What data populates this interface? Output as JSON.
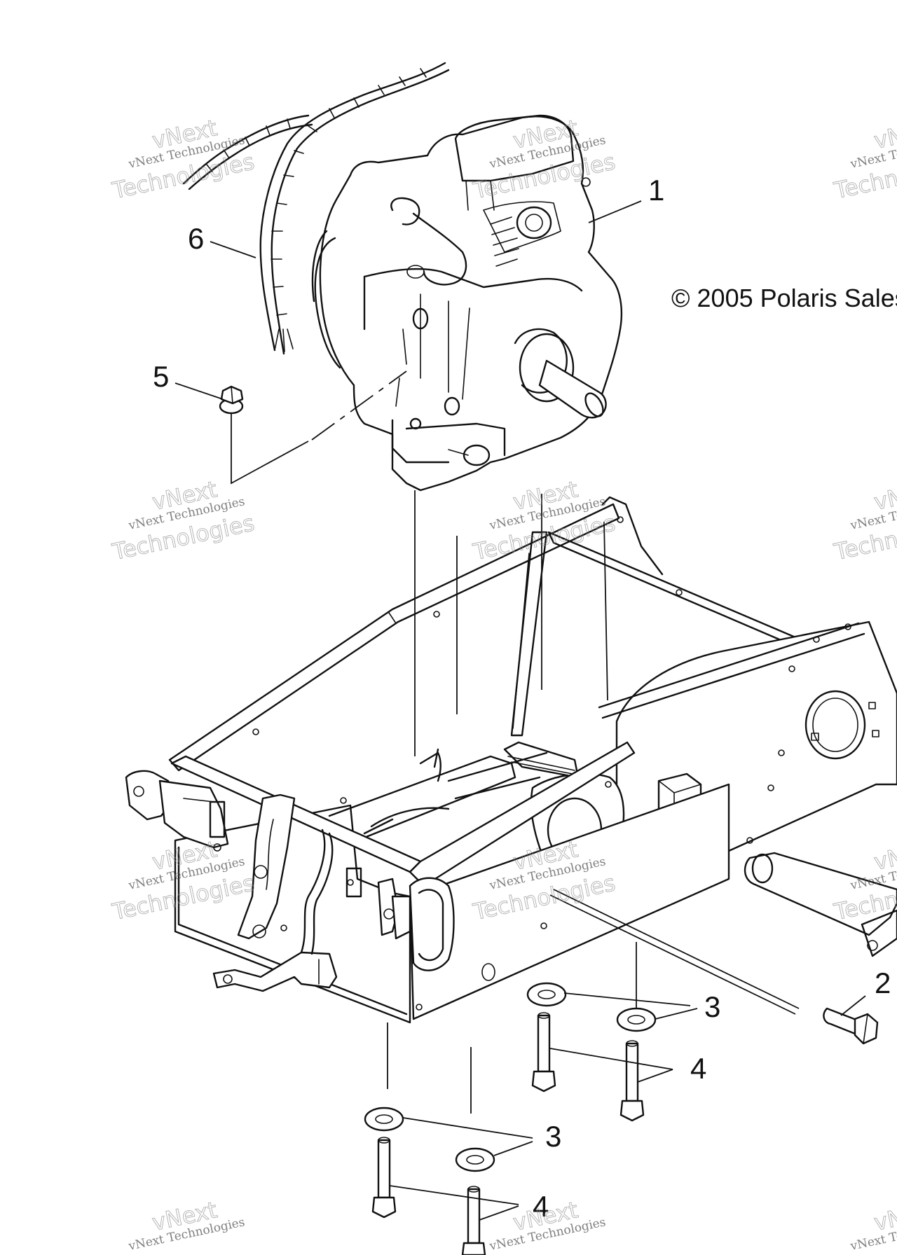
{
  "copyright": "© 2005 Polaris Sales",
  "callouts": {
    "c1": "1",
    "c2": "2",
    "c3a": "3",
    "c3b": "3",
    "c4a": "4",
    "c4b": "4",
    "c5": "5",
    "c6": "6"
  },
  "watermark": {
    "line1": "vNext Technologies",
    "line2": "Technologies",
    "overlay": "vNext"
  },
  "icons": {
    "engine": "engine-assembly-icon",
    "frame": "engine-mount-frame-icon",
    "bolt": "bolt-icon",
    "washer": "washer-icon",
    "nut": "flange-nut-icon",
    "harness": "wire-harness-icon"
  }
}
